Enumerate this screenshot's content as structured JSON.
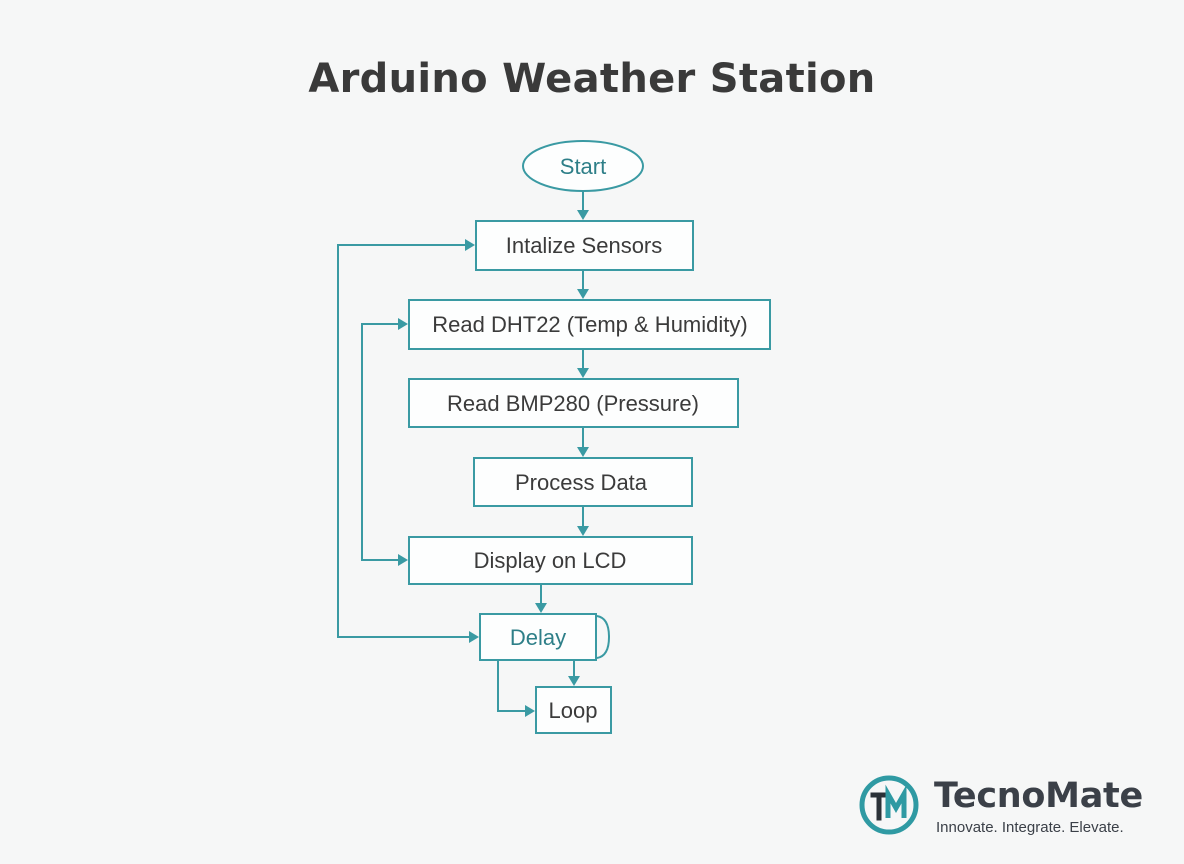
{
  "title": "Arduino Weather Station",
  "nodes": [
    {
      "id": "start",
      "label": "Start",
      "shape": "ellipse"
    },
    {
      "id": "init",
      "label": "Intalize Sensors",
      "shape": "rect"
    },
    {
      "id": "read_dht",
      "label": "Read DHT22 (Temp & Humidity)",
      "shape": "rect"
    },
    {
      "id": "read_bmp",
      "label": "Read BMP280 (Pressure)",
      "shape": "rect"
    },
    {
      "id": "process",
      "label": "Process Data",
      "shape": "rect"
    },
    {
      "id": "display",
      "label": "Display on LCD",
      "shape": "rect"
    },
    {
      "id": "delay",
      "label": "Delay",
      "shape": "rect"
    },
    {
      "id": "loop",
      "label": "Loop",
      "shape": "rect"
    }
  ],
  "edges": [
    {
      "from": "start",
      "to": "init"
    },
    {
      "from": "init",
      "to": "read_dht"
    },
    {
      "from": "read_dht",
      "to": "read_bmp"
    },
    {
      "from": "read_bmp",
      "to": "process"
    },
    {
      "from": "process",
      "to": "display"
    },
    {
      "from": "display",
      "to": "delay"
    },
    {
      "from": "delay",
      "to": "loop"
    },
    {
      "from": "delay",
      "to": "loop",
      "note": "side path"
    },
    {
      "from": "read_dht",
      "to": "display",
      "note": "left bracket connector"
    },
    {
      "from": "delay",
      "to": "init",
      "note": "outer loop-back"
    }
  ],
  "colors": {
    "accent": "#3a9aa3",
    "text": "#3b3b3b",
    "title": "#3a3a3a",
    "background": "#f6f7f7"
  },
  "logo": {
    "name": "TecnoMate",
    "tagline": "Innovate. Integrate. Elevate."
  }
}
